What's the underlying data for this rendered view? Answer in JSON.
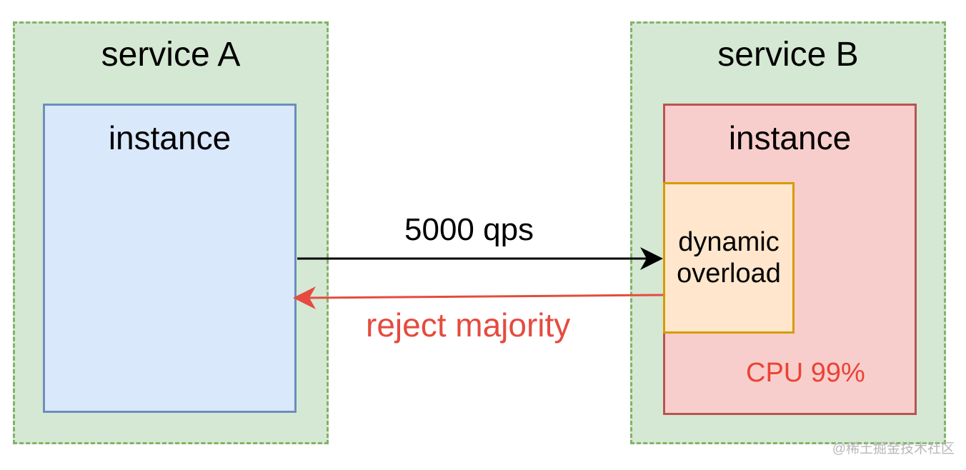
{
  "service_a": {
    "title": "service A",
    "instance_label": "instance"
  },
  "service_b": {
    "title": "service B",
    "instance_label": "instance",
    "overload_label": "dynamic\noverload",
    "cpu_label": "CPU 99%"
  },
  "edges": {
    "request_label": "5000 qps",
    "response_label": "reject majority"
  },
  "watermark": "@稀土掘金技术社区",
  "colors": {
    "service_fill": "#d5e8d4",
    "service_border": "#82b366",
    "instance_a_fill": "#dae8fc",
    "instance_a_border": "#6c8ebf",
    "instance_b_fill": "#f8cecc",
    "instance_b_border": "#b85450",
    "overload_fill": "#ffe6cc",
    "overload_border": "#d79b00",
    "reject_color": "#e54b3f",
    "request_color": "#000000"
  }
}
